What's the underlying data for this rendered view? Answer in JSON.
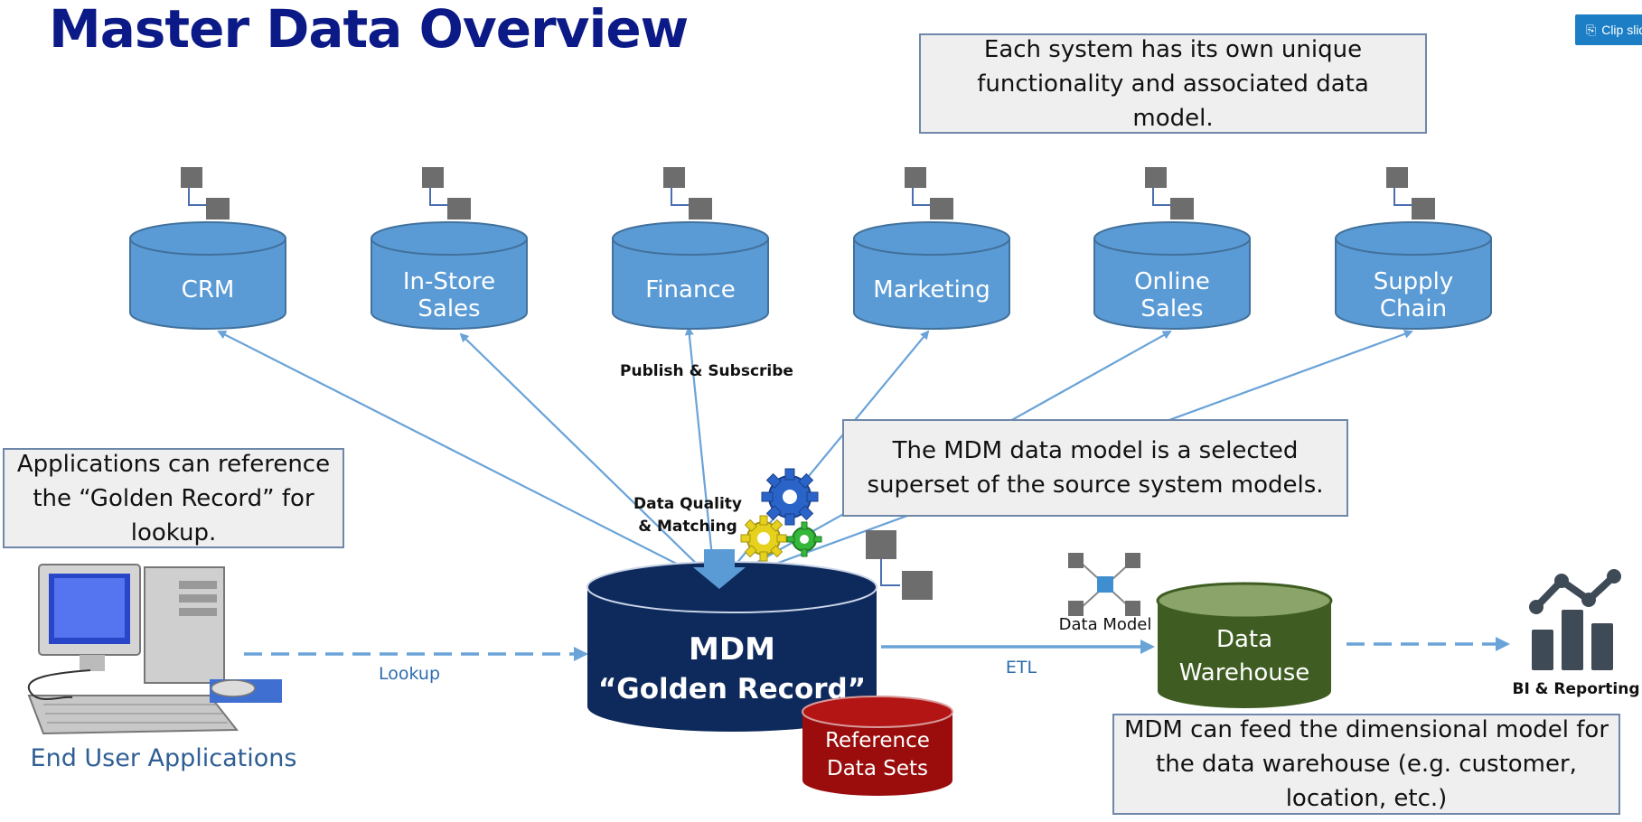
{
  "title": "Master Data Overview",
  "clip_button": {
    "icon": "clip-icon",
    "label": "Clip slide"
  },
  "callouts": {
    "top": "Each system has its own unique functionality and associated data model.",
    "middle": "The MDM data model is a selected superset of the source system models.",
    "left": "Applications can reference the “Golden Record” for lookup.",
    "bottom": "MDM can feed the dimensional model for the data warehouse (e.g. customer, location, etc.)"
  },
  "source_systems": [
    {
      "line1": "CRM",
      "line2": ""
    },
    {
      "line1": "In-Store",
      "line2": "Sales"
    },
    {
      "line1": "Finance",
      "line2": ""
    },
    {
      "line1": "Marketing",
      "line2": ""
    },
    {
      "line1": "Online",
      "line2": "Sales"
    },
    {
      "line1": "Supply",
      "line2": "Chain"
    }
  ],
  "labels": {
    "publish_subscribe": "Publish & Subscribe",
    "data_quality_1": "Data Quality",
    "data_quality_2": "& Matching",
    "lookup": "Lookup",
    "etl": "ETL",
    "data_model": "Data Model",
    "end_user_apps": "End User Applications",
    "bi_reporting": "BI & Reporting"
  },
  "mdm": {
    "line1": "MDM",
    "line2": "“Golden Record”"
  },
  "reference": {
    "line1": "Reference",
    "line2": "Data Sets"
  },
  "warehouse": {
    "line1": "Data",
    "line2": "Warehouse"
  },
  "colors": {
    "title": "#0b1a86",
    "source_db": "#5b9bd5",
    "mdm_db": "#0e2a5c",
    "reference_db": "#9b0d0d",
    "warehouse_db": "#3f5d22",
    "arrow": "#6aa3d8",
    "callout_border": "#6f87a8"
  }
}
